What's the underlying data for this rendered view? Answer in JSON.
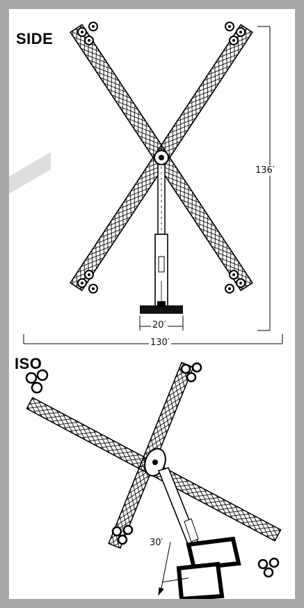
{
  "side": {
    "label": "SIDE",
    "height_dim": "136′",
    "base_dim": "20′",
    "width_dim": "130′"
  },
  "iso": {
    "label": "ISO",
    "depth_dim": "30′"
  },
  "colors": {
    "frame": "#a9a9a9",
    "panel": "#ffffff",
    "ink": "#000000",
    "watermark": "#d9d9d9"
  },
  "icons": [
    "light-head-icon"
  ]
}
